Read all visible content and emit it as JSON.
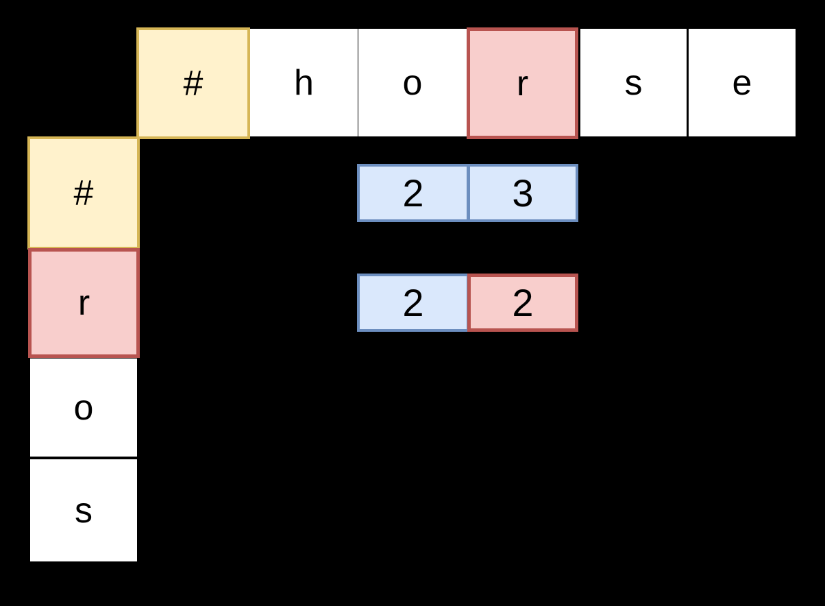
{
  "diagram": {
    "description": "edit-distance-grid",
    "background": "#000000",
    "top_row": {
      "cells": [
        {
          "label": "#",
          "style": "yellow"
        },
        {
          "label": "h",
          "style": "white"
        },
        {
          "label": "o",
          "style": "white"
        },
        {
          "label": "r",
          "style": "red"
        },
        {
          "label": "s",
          "style": "white"
        },
        {
          "label": "e",
          "style": "white"
        }
      ]
    },
    "left_column": {
      "cells": [
        {
          "label": "#",
          "style": "yellow"
        },
        {
          "label": "r",
          "style": "red"
        },
        {
          "label": "o",
          "style": "white"
        },
        {
          "label": "s",
          "style": "white"
        }
      ]
    },
    "value_rows": [
      {
        "cells": [
          {
            "label": "2",
            "style": "blue"
          },
          {
            "label": "3",
            "style": "blue"
          }
        ]
      },
      {
        "cells": [
          {
            "label": "2",
            "style": "blue"
          },
          {
            "label": "2",
            "style": "red"
          }
        ]
      }
    ],
    "colors": {
      "yellow_fill": "#fff2cc",
      "yellow_border": "#d6b656",
      "red_fill": "#f8cecc",
      "red_border": "#b85450",
      "blue_fill": "#dae8fc",
      "blue_border": "#6c8ebf",
      "white_fill": "#ffffff",
      "text": "#000000",
      "background": "#000000"
    }
  }
}
